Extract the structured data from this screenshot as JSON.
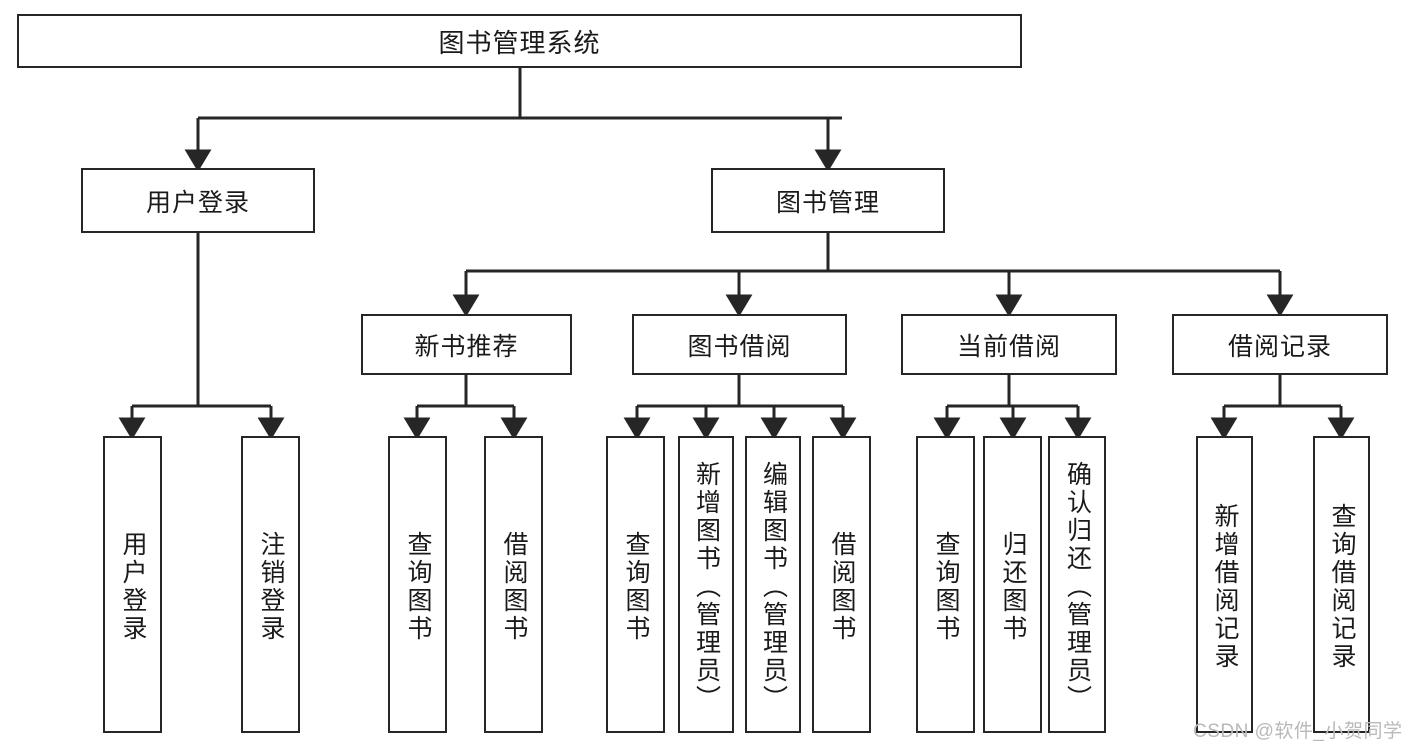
{
  "diagram": {
    "type": "tree",
    "title": "图书管理系统",
    "root": {
      "label": "图书管理系统"
    },
    "level2": [
      {
        "label": "用户登录"
      },
      {
        "label": "图书管理"
      }
    ],
    "level3": [
      {
        "label": "新书推荐"
      },
      {
        "label": "图书借阅"
      },
      {
        "label": "当前借阅"
      },
      {
        "label": "借阅记录"
      }
    ],
    "leaves": {
      "user_login": [
        {
          "label": "用户登录"
        },
        {
          "label": "注销登录"
        }
      ],
      "new_book_recommend": [
        {
          "label": "查询图书"
        },
        {
          "label": "借阅图书"
        }
      ],
      "book_borrow": [
        {
          "label": "查询图书"
        },
        {
          "label": "新增图书（管理员）"
        },
        {
          "label": "编辑图书（管理员）"
        },
        {
          "label": "借阅图书"
        }
      ],
      "current_borrow": [
        {
          "label": "查询图书"
        },
        {
          "label": "归还图书"
        },
        {
          "label": "确认归还（管理员）"
        }
      ],
      "borrow_record": [
        {
          "label": "新增借阅记录"
        },
        {
          "label": "查询借阅记录"
        }
      ]
    }
  },
  "watermark": {
    "text": "CSDN @软件_小贺同学"
  },
  "colors": {
    "stroke": "#262626",
    "background": "#ffffff",
    "text": "#1a1a1a",
    "watermark": "#b9b9b9"
  }
}
